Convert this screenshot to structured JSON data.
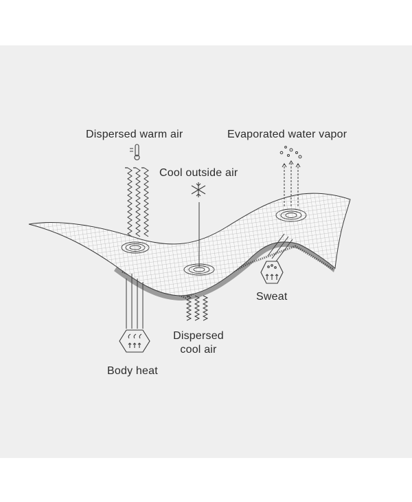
{
  "labels": {
    "dispersed_warm_air": "Dispersed warm air",
    "evaporated_water_vapor": "Evaporated water vapor",
    "cool_outside_air": "Cool outside air",
    "sweat": "Sweat",
    "dispersed_cool_air_line1": "Dispersed",
    "dispersed_cool_air_line2": "cool air",
    "body_heat": "Body heat"
  },
  "colors": {
    "panel": "#efefef",
    "page": "#ffffff",
    "ink": "#3a3a3a",
    "fabric": "#f7f7f7"
  },
  "icons": [
    "thermometer-icon",
    "snowflake-icon",
    "water-droplets-icon",
    "sweat-hexagon-icon",
    "body-heat-hexagon-icon"
  ]
}
